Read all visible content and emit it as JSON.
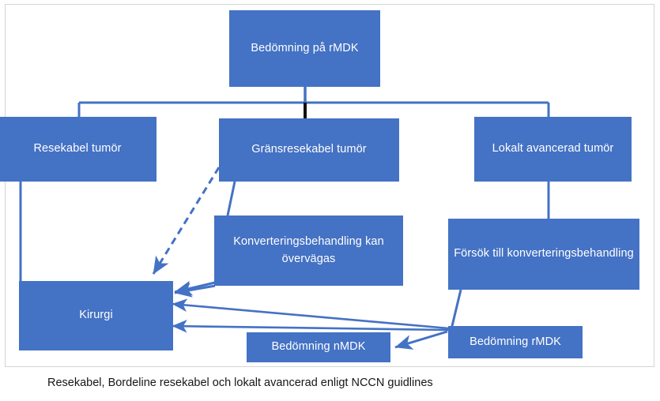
{
  "diagram": {
    "title_caption": "Resekabel, Bordeline resekabel och lokalt avancerad enligt NCCN guidlines",
    "palette": {
      "node_fill": "#4472C4",
      "node_text": "#FFFFFF",
      "connector_blue": "#4472C4",
      "connector_black": "#111111",
      "canvas": "#FFFFFF",
      "canvas_border": "#D4D4D4",
      "caption_text": "#161616"
    },
    "nodes": [
      {
        "id": "bedomning-rmdk-top",
        "label": "Bedömning på rMDK"
      },
      {
        "id": "resekabel-tumor",
        "label": "Resekabel tumör"
      },
      {
        "id": "gransresekabel-tumor",
        "label": "Gränsresekabel tumör"
      },
      {
        "id": "lokalt-avancerad-tumor",
        "label": "Lokalt avancerad tumör"
      },
      {
        "id": "konverteringsbehandling-kan-overvagas",
        "label": "Konverteringsbehandling kan övervägas"
      },
      {
        "id": "forsok-till-konverteringsbehandling",
        "label": "Försök till konverteringsbehandling"
      },
      {
        "id": "kirurgi",
        "label": "Kirurgi"
      },
      {
        "id": "bedomning-nmdk",
        "label": "Bedömning nMDK"
      },
      {
        "id": "bedomning-rmdk",
        "label": "Bedömning rMDK"
      }
    ],
    "edges": [
      {
        "from": "bedomning-rmdk-top",
        "to": "resekabel-tumor",
        "style": "solid",
        "color": "#4472C4",
        "arrow": false
      },
      {
        "from": "bedomning-rmdk-top",
        "to": "gransresekabel-tumor",
        "style": "solid",
        "color": "#111111",
        "arrow": false
      },
      {
        "from": "bedomning-rmdk-top",
        "to": "lokalt-avancerad-tumor",
        "style": "solid",
        "color": "#4472C4",
        "arrow": false
      },
      {
        "from": "resekabel-tumor",
        "to": "kirurgi",
        "style": "solid",
        "color": "#4472C4",
        "arrow": false
      },
      {
        "from": "gransresekabel-tumor",
        "to": "kirurgi",
        "style": "dashed",
        "color": "#4472C4",
        "arrow": true
      },
      {
        "from": "gransresekabel-tumor",
        "to": "konverteringsbehandling-kan-overvagas",
        "style": "solid",
        "color": "#4472C4",
        "arrow": false
      },
      {
        "from": "konverteringsbehandling-kan-overvagas",
        "to": "kirurgi",
        "style": "solid",
        "color": "#4472C4",
        "arrow": true
      },
      {
        "from": "lokalt-avancerad-tumor",
        "to": "forsok-till-konverteringsbehandling",
        "style": "solid",
        "color": "#4472C4",
        "arrow": false
      },
      {
        "from": "forsok-till-konverteringsbehandling",
        "to": "bedomning-rmdk",
        "style": "solid",
        "color": "#4472C4",
        "arrow": false
      },
      {
        "from": "bedomning-rmdk",
        "to": "kirurgi",
        "style": "solid",
        "color": "#4472C4",
        "arrow": true
      },
      {
        "from": "bedomning-rmdk",
        "to": "kirurgi",
        "style": "solid",
        "color": "#4472C4",
        "arrow": true
      },
      {
        "from": "bedomning-rmdk",
        "to": "bedomning-nmdk",
        "style": "solid",
        "color": "#4472C4",
        "arrow": true
      }
    ]
  }
}
